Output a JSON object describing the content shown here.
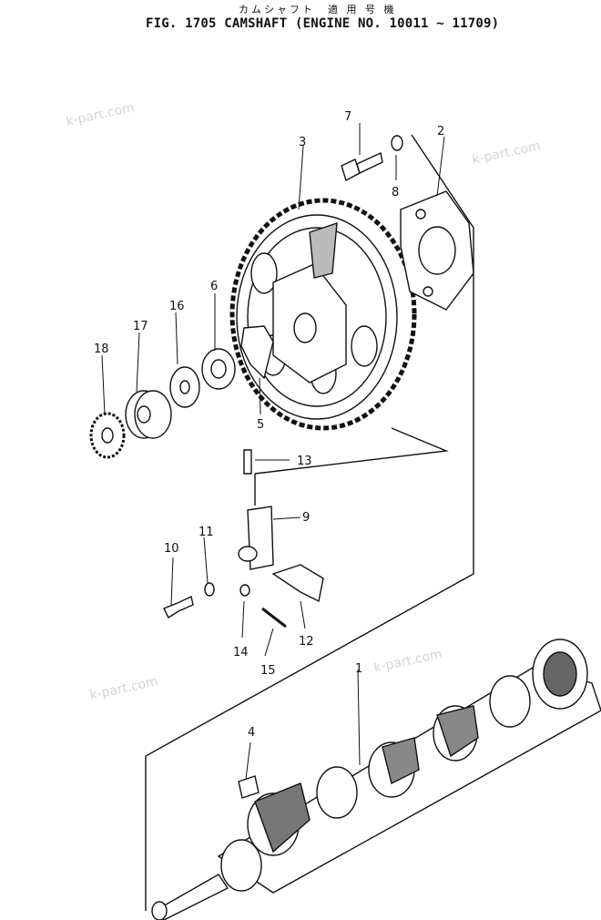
{
  "title_jp": "カムシャフト　適 用 号 機",
  "title_en": "FIG. 1705  CAMSHAFT (ENGINE NO. 10011 ~ 11709)",
  "watermarks": [
    "k-part.com",
    "k-part.com",
    "k-part.com",
    "k-part.com"
  ],
  "part_numbers": [
    "1",
    "2",
    "3",
    "4",
    "5",
    "6",
    "7",
    "8",
    "9",
    "10",
    "11",
    "12",
    "13",
    "14",
    "15",
    "16",
    "17",
    "18"
  ],
  "colors": {
    "line": "#111111",
    "watermark": "#d4d4d4"
  }
}
